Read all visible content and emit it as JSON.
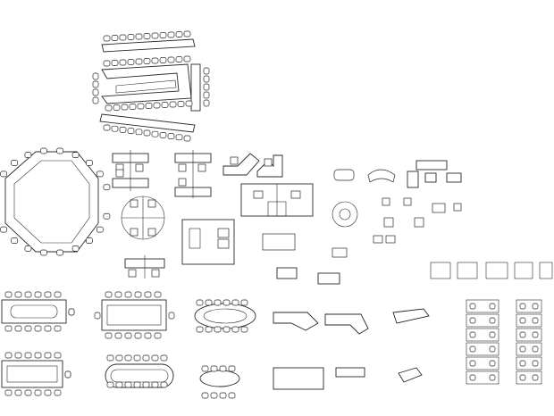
{
  "title": "",
  "colors": {
    "background": "#ffffff",
    "line": "#2a2a2a"
  },
  "layout_groups": [
    "v-shaped-conference-table",
    "octagonal-conference-table",
    "paired-desk-workstations",
    "corner-l-desks",
    "pinwheel-workstation-cluster",
    "partition-cubicle-room",
    "reception-lounge-furniture",
    "executive-l-desks",
    "rectangular-meeting-tables",
    "oval-meeting-tables",
    "partitioned-cubicle-rows"
  ]
}
